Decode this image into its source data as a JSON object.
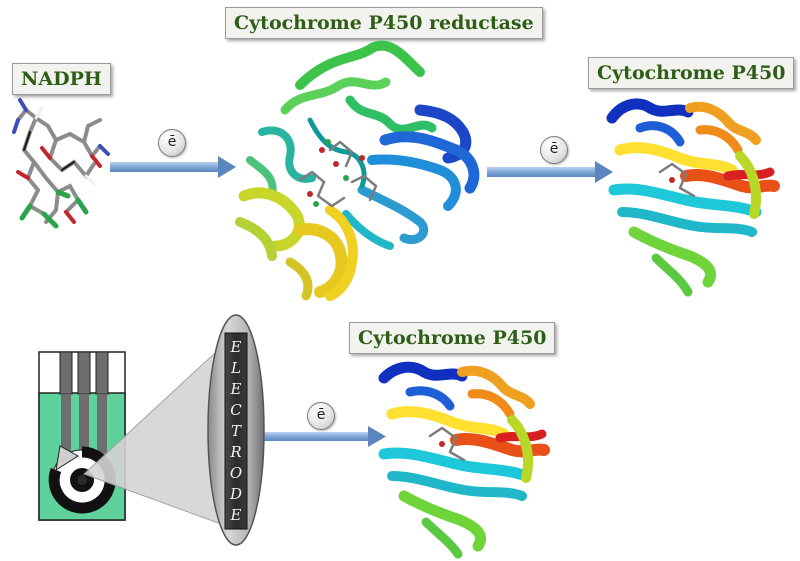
{
  "labels": {
    "nadph": "NADPH",
    "reductase": "Cytochrome P450 reductase",
    "p450_top": "Cytochrome P450",
    "p450_bottom": "Cytochrome P450"
  },
  "electron_symbol": "ē",
  "electrode_letters": [
    "E",
    "L",
    "E",
    "C",
    "T",
    "R",
    "O",
    "D",
    "E"
  ],
  "colors": {
    "label_text": "#2e5e16",
    "arrow": "#7fa8d6",
    "electrode_board": "#5fd19a",
    "electrode_bg": "#2a2a2a"
  },
  "icons": {
    "nadph_molecule": "ball-and-stick molecule",
    "protein_ribbon": "rainbow ribbon protein structure"
  }
}
